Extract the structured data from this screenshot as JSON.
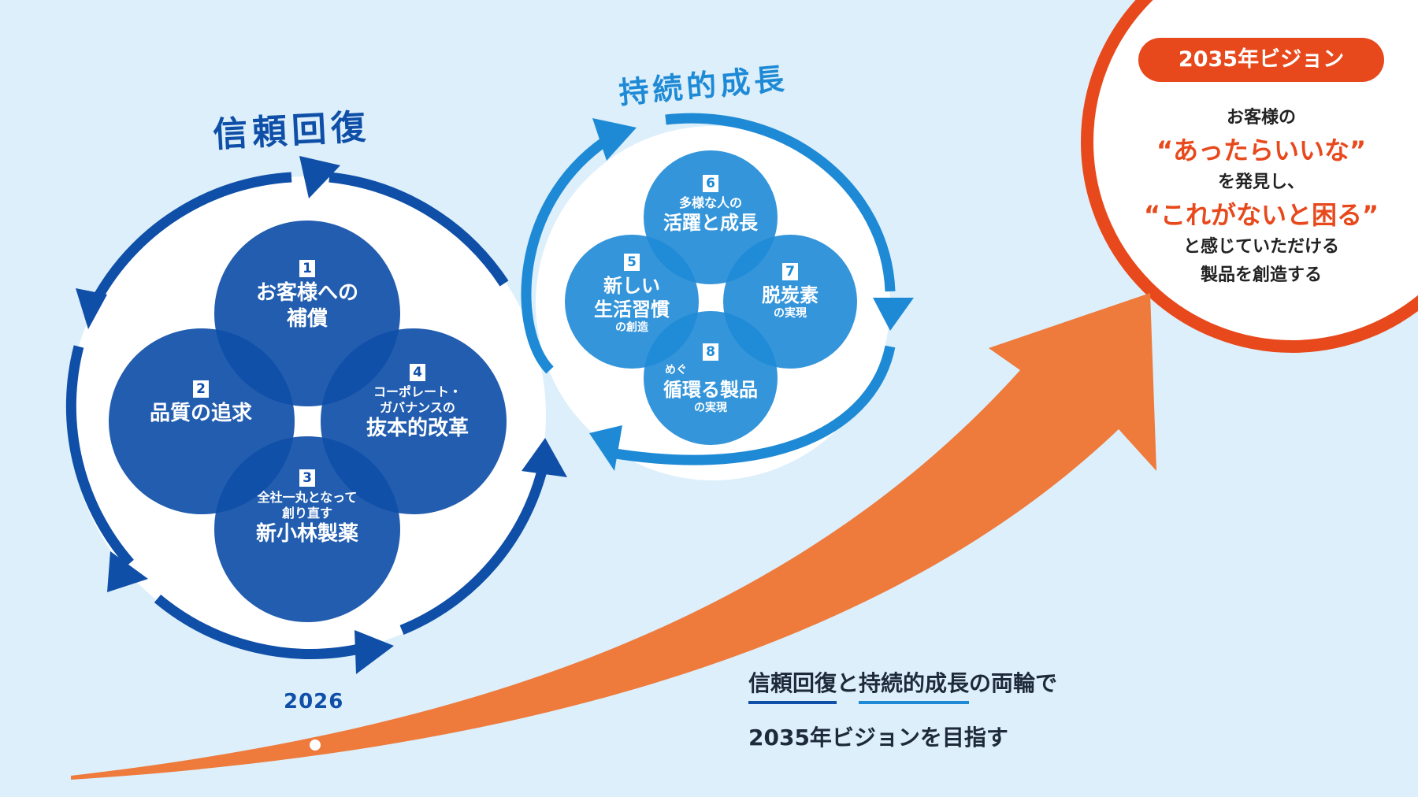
{
  "trust_recovery": {
    "title": "信頼回復",
    "year": "2026",
    "items": [
      {
        "num": "1",
        "lines": [
          "お客様への",
          "補償"
        ]
      },
      {
        "num": "2",
        "lines": [
          "品質の追求"
        ]
      },
      {
        "num": "3",
        "line1": "全社一丸となって",
        "line2": "創り直す",
        "main": "新小林製薬"
      },
      {
        "num": "4",
        "line1": "コーポレート・",
        "line2": "ガバナンスの",
        "main": "抜本的改革"
      }
    ]
  },
  "sustainable_growth": {
    "title": "持続的成長",
    "items": [
      {
        "num": "5",
        "main1": "新しい",
        "main2": "生活習慣",
        "sub": "の創造"
      },
      {
        "num": "6",
        "sub": "多様な人の",
        "main": "活躍と成長"
      },
      {
        "num": "7",
        "main": "脱炭素",
        "sub": "の実現"
      },
      {
        "num": "8",
        "pre": "めぐ",
        "main": "循環る製品",
        "sub": "の実現"
      }
    ]
  },
  "vision": {
    "badge": "2035年ビジョン",
    "line1": "お客様の",
    "line2": "“あったらいいな”",
    "line3": "を発見し、",
    "line4": "“これがないと困る”",
    "line5": "と感じていただける",
    "line6": "製品を創造する"
  },
  "bottom_text": {
    "part1": "信頼回復",
    "part2": "と",
    "part3": "持続的成長",
    "part4": "の両輪で",
    "line2": "2035年ビジョンを目指す"
  },
  "colors": {
    "background": "#dceffa",
    "dark_blue": "#0f4fa8",
    "light_blue": "#1e8ad6",
    "orange": "#ee7a3c",
    "red_orange": "#e8491c"
  }
}
